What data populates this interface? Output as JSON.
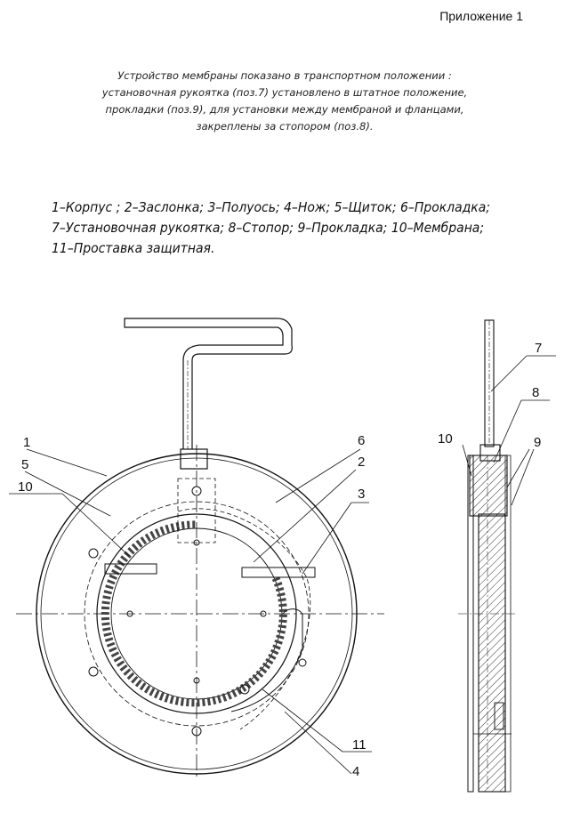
{
  "appendix_label": "Приложение 1",
  "note_lines": [
    "Устройство мембраны показано в транспортном положении :",
    "установочная рукоятка (поз.7) установлено в штатное положение,",
    "прокладки (поз.9), для установки между мембраной и фланцами,",
    "закреплены за стопором (поз.8)."
  ],
  "legend_lines": [
    "1–Корпус ; 2–Заслонка; 3–Полуось; 4–Нож; 5–Щиток; 6–Прокладка;",
    "7–Установочная рукоятка; 8–Стопор; 9–Прокладка; 10–Мембрана;",
    "11–Проставка защитная."
  ],
  "callouts": {
    "c1": "1",
    "c2": "2",
    "c3": "3",
    "c4": "4",
    "c5": "5",
    "c6": "6",
    "c7": "7",
    "c8": "8",
    "c9": "9",
    "c10_left": "10",
    "c10_right": "10",
    "c11": "11"
  }
}
